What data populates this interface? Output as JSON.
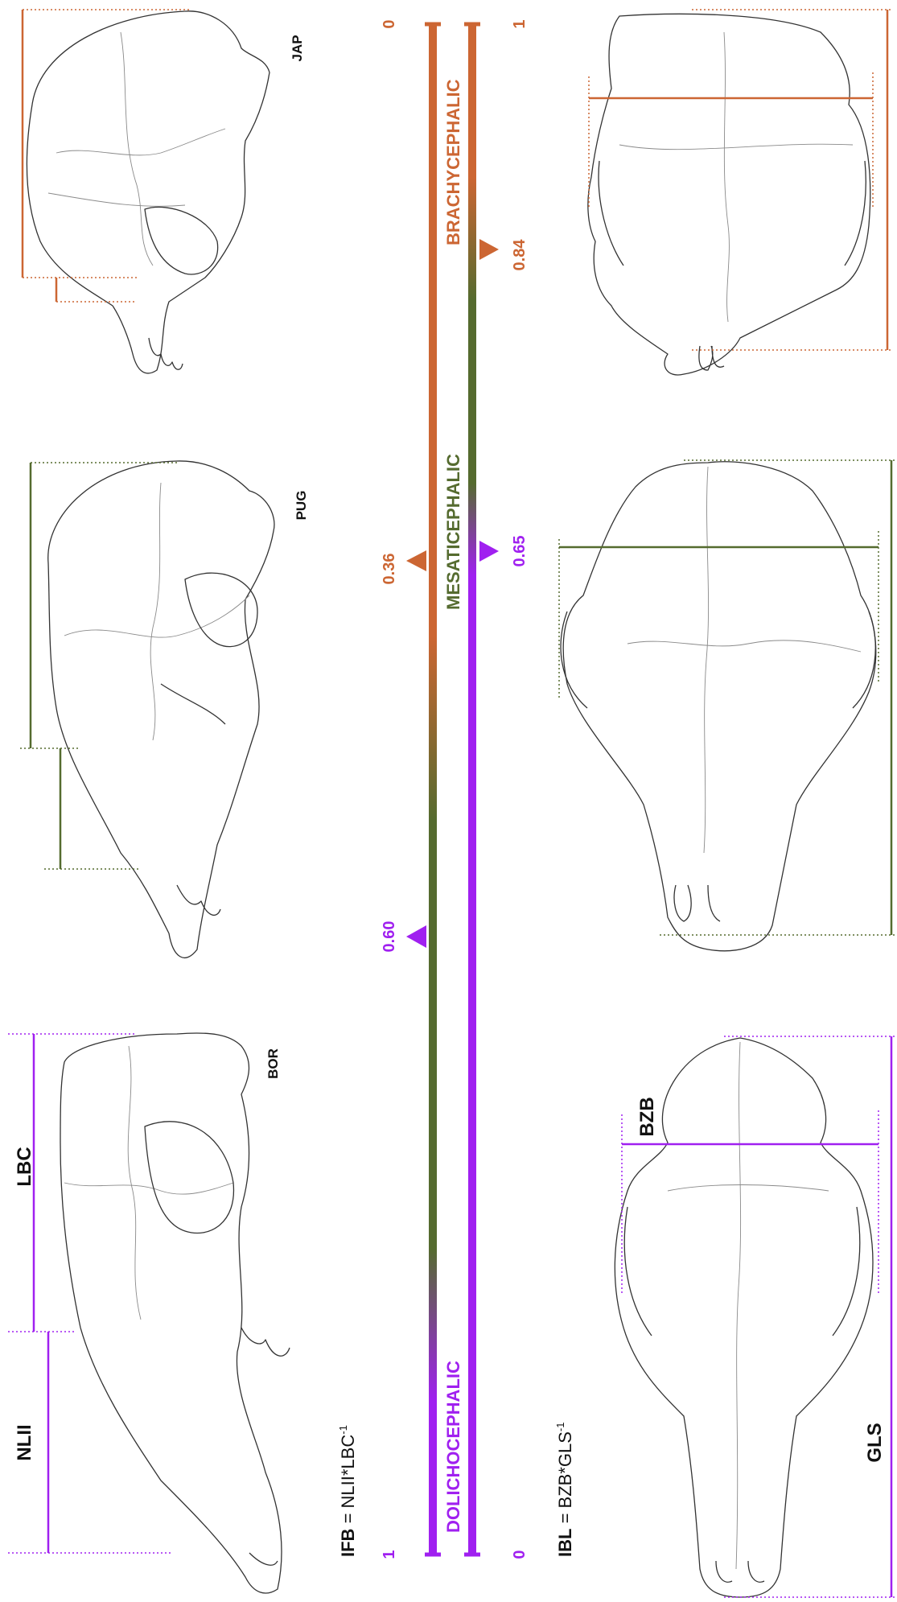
{
  "colors": {
    "purple": "#a020f0",
    "orange": "#cc6633",
    "green": "#556b2f",
    "black": "#111111"
  },
  "specimens": {
    "bor": "BOR",
    "pug": "PUG",
    "jap": "JAP"
  },
  "measurements": {
    "nlii": "NLII",
    "lbc": "LBC",
    "bzb": "BZB",
    "gls": "GLS"
  },
  "formulas": {
    "ifb": {
      "name": "IFB",
      "body": " = NLII*LBC",
      "exp": "-1"
    },
    "ibl": {
      "name": "IBL",
      "body": " = BZB*GLS",
      "exp": "-1"
    }
  },
  "scale": {
    "ifb_start": "1",
    "ifb_end": "0",
    "ibl_start": "0",
    "ibl_end": "1",
    "categories": {
      "dolichocephalic": "DOLICHOCEPHALIC",
      "mesaticephalic": "MESATICEPHALIC",
      "brachycephalic": "BRACHYCEPHALIC"
    },
    "thresholds": {
      "t060": "0.60",
      "t036": "0.36",
      "t065": "0.65",
      "t084": "0.84"
    }
  }
}
